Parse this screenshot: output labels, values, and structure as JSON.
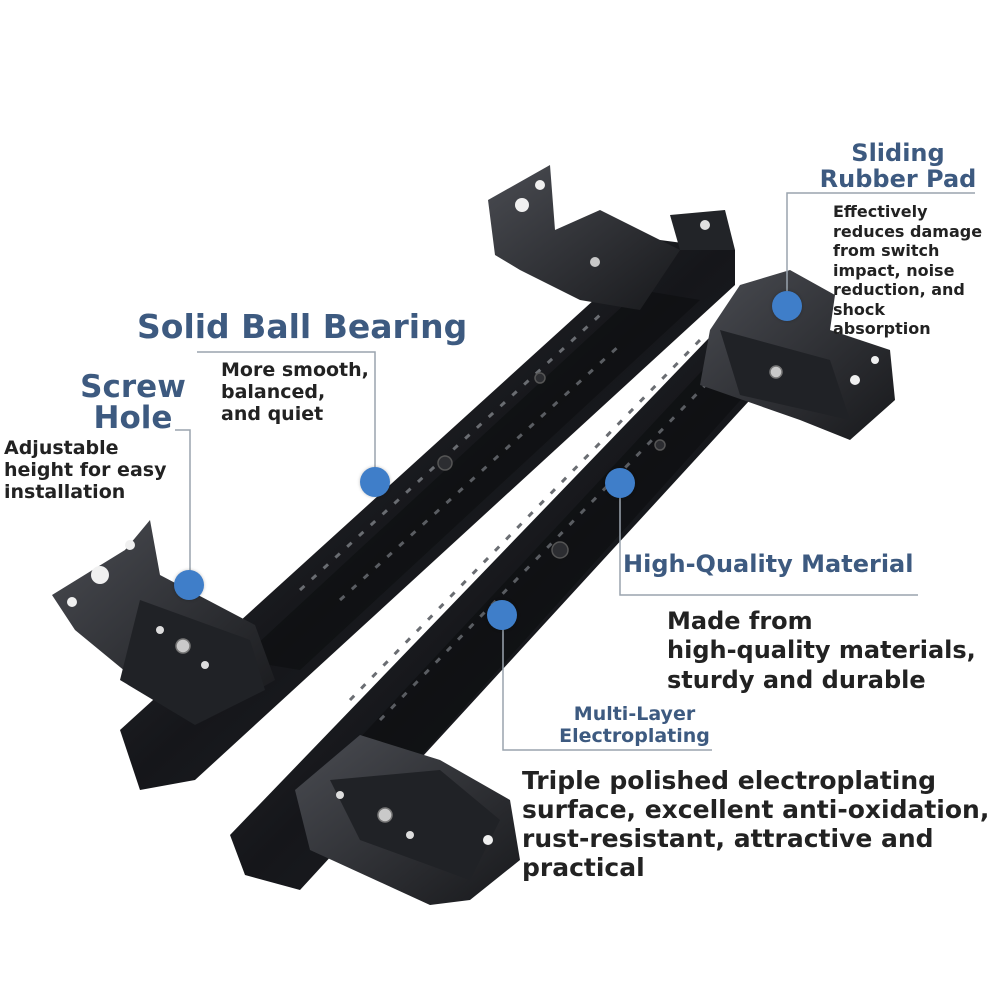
{
  "callouts": {
    "ball_bearing": {
      "title": "Solid Ball Bearing",
      "lines": [
        "More smooth,",
        "balanced,",
        "and quiet"
      ]
    },
    "screw_hole": {
      "title_lines": [
        "Screw",
        "Hole"
      ],
      "lines": [
        "Adjustable",
        "height for easy",
        "installation"
      ]
    },
    "rubber_pad": {
      "title_lines": [
        "Sliding",
        "Rubber Pad"
      ],
      "lines": [
        "Effectively",
        "reduces damage",
        "from switch",
        "impact, noise",
        "reduction, and",
        "shock",
        "absorption"
      ]
    },
    "material": {
      "title": "High-Quality Material",
      "lines": [
        "Made from",
        "high-quality materials,",
        "sturdy and durable"
      ]
    },
    "electroplating": {
      "title_lines": [
        "Multi-Layer",
        "Electroplating"
      ],
      "lines": [
        "Triple polished electroplating",
        "surface, excellent anti-oxidation,",
        "rust-resistant, attractive and",
        "practical"
      ]
    }
  },
  "colors": {
    "title": "#3d5a80",
    "marker": "#3f7ec9",
    "leader_line": "#9aa4ae",
    "rail": "#1b1c1e"
  }
}
